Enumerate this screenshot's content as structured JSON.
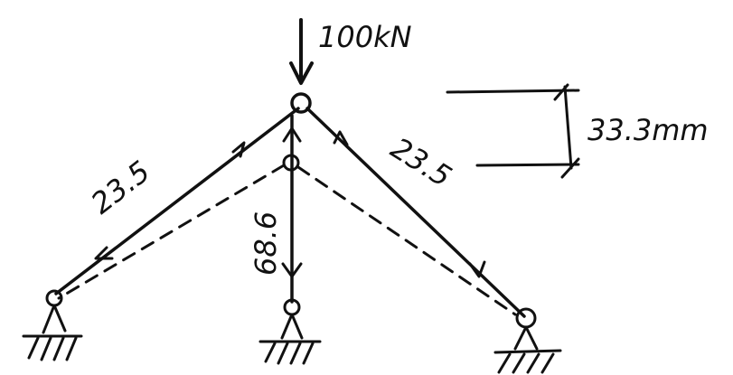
{
  "load": {
    "label": "100kN"
  },
  "deflection": {
    "label": "33.3mm"
  },
  "members": [
    {
      "id": "left",
      "force": "23.5"
    },
    {
      "id": "centre",
      "force": "68.6"
    },
    {
      "id": "right",
      "force": "23.5"
    }
  ],
  "colors": {
    "ink": "#111111",
    "background": "#ffffff"
  }
}
